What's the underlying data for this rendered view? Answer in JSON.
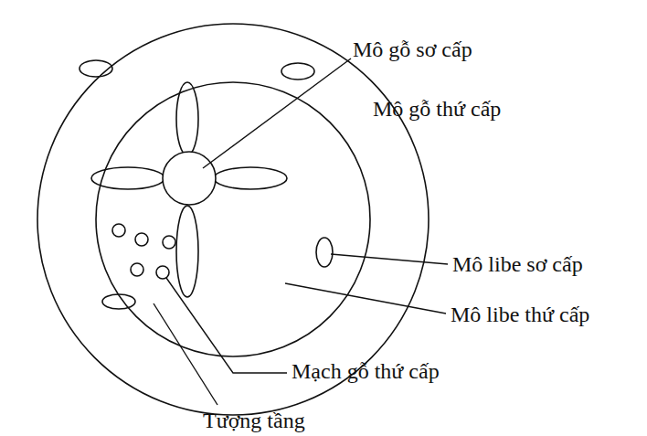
{
  "diagram": {
    "labels": [
      "Mô gỗ sơ cấp",
      "Mô gỗ thứ cấp",
      "Mô libe sơ cấp",
      "Mô libe thứ cấp",
      "Mạch gỗ thứ cấp",
      "Tượng tầng"
    ]
  }
}
